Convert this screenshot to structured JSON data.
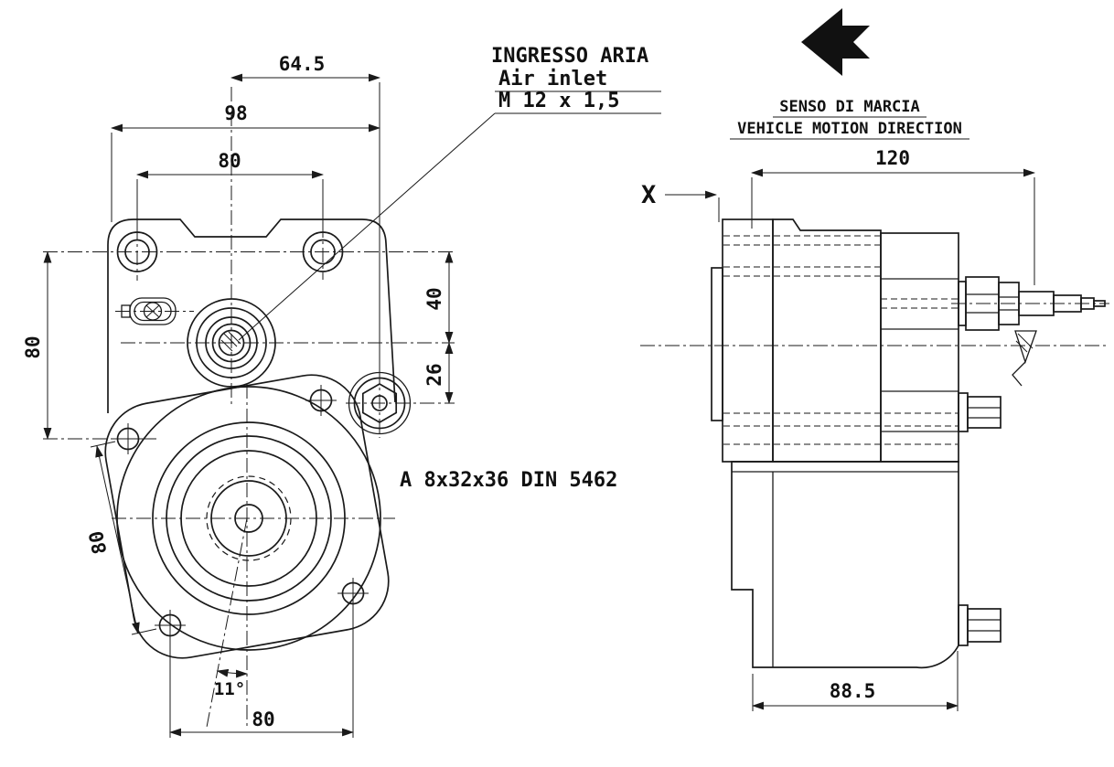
{
  "front": {
    "air_inlet": {
      "l1": "INGRESSO ARIA",
      "l2": "Air inlet",
      "l3": "M 12 x 1,5"
    },
    "spline": "A 8x32x36 DIN 5462",
    "dims": {
      "top_offset": "64.5",
      "width_98": "98",
      "holes_h": "80",
      "v40": "40",
      "v26": "26",
      "left_80": "80",
      "diag_80": "80",
      "angle": "11°",
      "bottom_80": "80"
    }
  },
  "side": {
    "motion": {
      "l1": "SENSO DI MARCIA",
      "l2": "VEHICLE MOTION DIRECTION"
    },
    "marker_x": "X",
    "dims": {
      "depth_120": "120",
      "depth_88_5": "88.5"
    }
  }
}
